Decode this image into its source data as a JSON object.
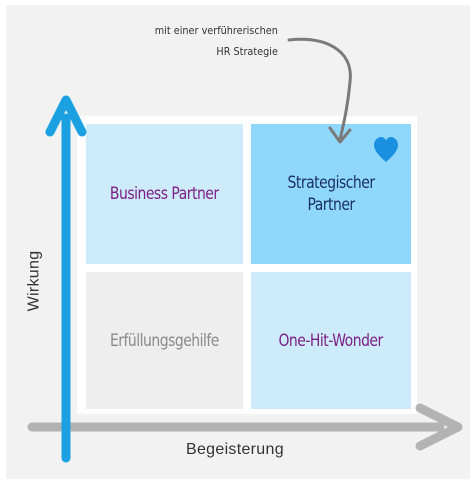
{
  "quadrants": {
    "top_left": "Business Partner",
    "top_right_line1": "Strategischer",
    "top_right_line2": "Partner",
    "bottom_left": "Erfüllungsgehilfe",
    "bottom_right": "One-Hit-Wonder"
  },
  "axes": {
    "x_label": "Begeisterung",
    "y_label": "Wirkung"
  },
  "annotation": {
    "line1": "mit einer verführerischen",
    "line2": "HR Strategie"
  },
  "icons": {
    "heart": "heart-icon"
  },
  "colors": {
    "quadrant_light_blue": "#cdebfb",
    "quadrant_blue": "#8fd8fb",
    "quadrant_gray": "#eeeeee",
    "y_axis_arrow": "#1ba0e2",
    "x_axis_arrow": "#b3b3b3",
    "heart": "#1b8fe0",
    "label_purple": "#7b1f86",
    "label_navy": "#1c2f63"
  }
}
